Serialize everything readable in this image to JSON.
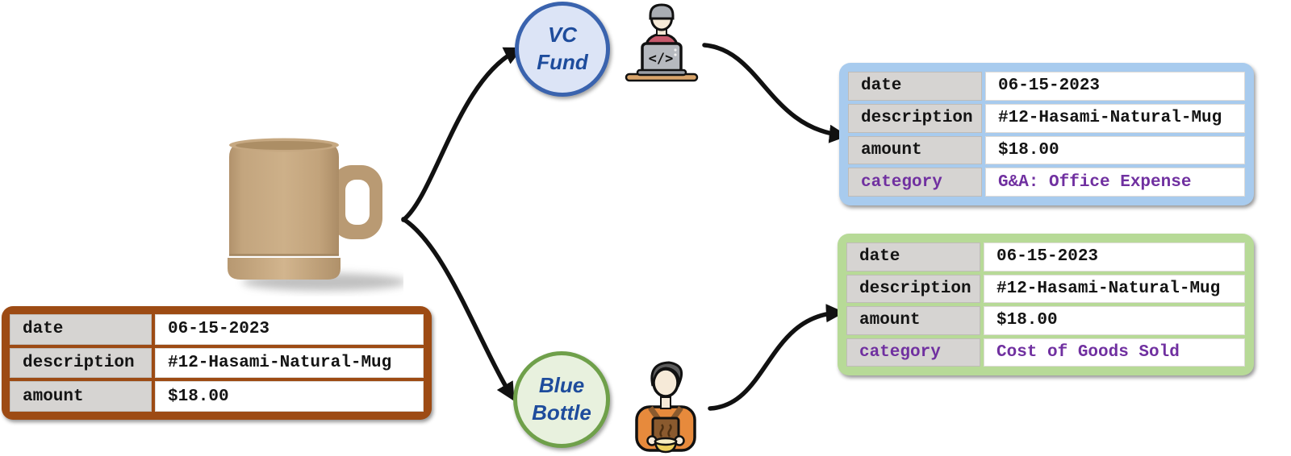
{
  "source_transaction": {
    "rows": [
      {
        "label": "date",
        "value": "06-15-2023"
      },
      {
        "label": "description",
        "value": "#12-Hasami-Natural-Mug"
      },
      {
        "label": "amount",
        "value": "$18.00"
      }
    ]
  },
  "entities": {
    "vc": {
      "name_line1": "VC",
      "name_line2": "Fund"
    },
    "coffee": {
      "name_line1": "Blue",
      "name_line2": "Bottle"
    }
  },
  "vc_transaction": {
    "rows": [
      {
        "label": "date",
        "value": "06-15-2023"
      },
      {
        "label": "description",
        "value": "#12-Hasami-Natural-Mug"
      },
      {
        "label": "amount",
        "value": "$18.00"
      },
      {
        "label": "category",
        "value": "G&A: Office Expense"
      }
    ]
  },
  "coffee_transaction": {
    "rows": [
      {
        "label": "date",
        "value": "06-15-2023"
      },
      {
        "label": "description",
        "value": "#12-Hasami-Natural-Mug"
      },
      {
        "label": "amount",
        "value": "$18.00"
      },
      {
        "label": "category",
        "value": "Cost of Goods Sold"
      }
    ]
  },
  "icons": {
    "product": "hasami-natural-mug-photo",
    "vc_persona": "developer-at-laptop-icon",
    "coffee_persona": "barista-with-coffee-icon",
    "laptop_glyph": "</>"
  },
  "colors": {
    "source_table_border": "#9d4b14",
    "vc_panel": "#a8cbee",
    "coffee_panel": "#b7da97",
    "label_cell": "#d6d4d2",
    "category_text": "#7030a0",
    "circle_text": "#1e4c9c",
    "vc_circle_border": "#3a63ae",
    "vc_circle_fill": "#dce4f6",
    "coffee_circle_border": "#6fa04a",
    "coffee_circle_fill": "#e8f1de",
    "arrow": "#111111"
  }
}
